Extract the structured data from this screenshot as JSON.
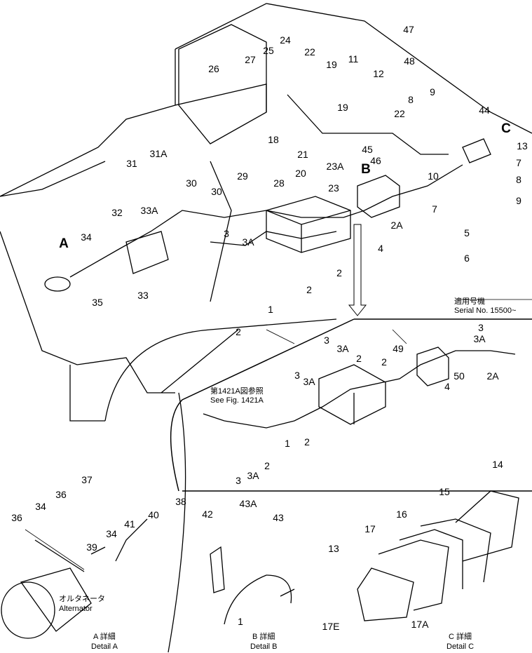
{
  "serial_note": {
    "jp": "適用号機",
    "en": "Serial No. 15500~"
  },
  "see_fig": {
    "jp": "第1421A図参照",
    "en": "See Fig. 1421A"
  },
  "alternator": {
    "jp": "オルタネータ",
    "en": "Alternator"
  },
  "details": [
    {
      "jp": "A 詳細",
      "en": "Detail A"
    },
    {
      "jp": "B 詳細",
      "en": "Detail B"
    },
    {
      "jp": "C 詳細",
      "en": "Detail C"
    }
  ],
  "callouts": [
    "24",
    "25",
    "27",
    "26",
    "22",
    "19",
    "47",
    "48",
    "11",
    "12",
    "8",
    "9",
    "44",
    "C",
    "13",
    "18",
    "19",
    "22",
    "45",
    "46",
    "21",
    "23A",
    "B",
    "20",
    "23",
    "7",
    "10",
    "8",
    "9",
    "7",
    "5",
    "6",
    "2A",
    "4",
    "31",
    "31A",
    "30",
    "29",
    "30",
    "28",
    "32",
    "33A",
    "3",
    "3A",
    "34",
    "A",
    "35",
    "33",
    "2",
    "2",
    "1",
    "2",
    "3",
    "3A",
    "3",
    "3A",
    "2",
    "2",
    "49",
    "50",
    "2A",
    "4",
    "3",
    "3A",
    "1",
    "2",
    "2",
    "3A",
    "3",
    "37",
    "36",
    "34",
    "36",
    "38",
    "40",
    "41",
    "34",
    "39",
    "42",
    "43A",
    "43",
    "1",
    "14",
    "15",
    "16",
    "17",
    "13",
    "17E",
    "17A"
  ]
}
